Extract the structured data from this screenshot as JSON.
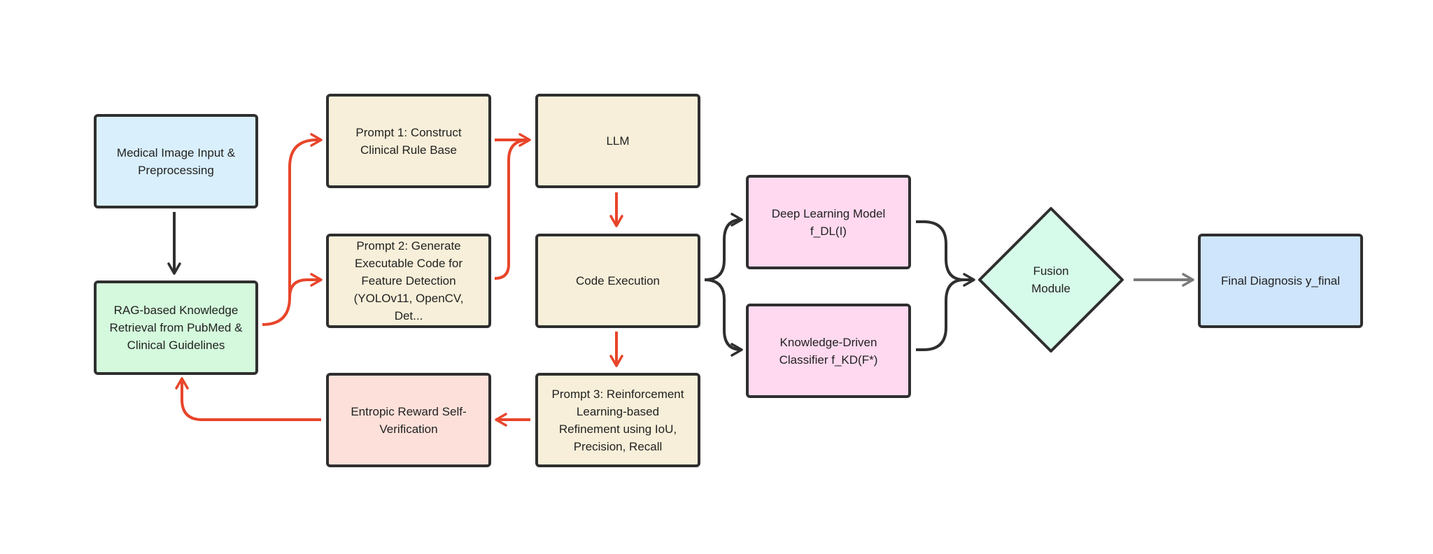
{
  "colors": {
    "blue_box": "#d9effc",
    "green_box": "#d4f9dc",
    "cream_box": "#f7efd9",
    "pink_box": "#ffd9ef",
    "salmon_box": "#fde0da",
    "mint_diamond": "#d7fbea",
    "final_box": "#cfe5fc",
    "orange_arrow": "#e8452a",
    "dark_arrow": "#2f2f2f",
    "gray_arrow": "#7a7a7a",
    "border": "#2f2f2f"
  },
  "nodes": {
    "medical_input": "Medical Image Input &\nPreprocessing",
    "rag_retrieval": "RAG-based Knowledge\nRetrieval from PubMed &\nClinical Guidelines",
    "prompt1": "Prompt 1: Construct\nClinical Rule Base",
    "prompt2": "Prompt 2: Generate\nExecutable Code for\nFeature Detection\n(YOLOv11, OpenCV, Det...",
    "entropic": "Entropic Reward Self-\nVerification",
    "llm": "LLM",
    "code_execution": "Code Execution",
    "prompt3": "Prompt 3: Reinforcement\nLearning-based\nRefinement using IoU,\nPrecision, Recall",
    "deep_learning": "Deep Learning Model\nf_DL(I)",
    "knowledge_classifier": "Knowledge-Driven\nClassifier f_KD(F*)",
    "fusion": "Fusion\nModule",
    "final_diagnosis": "Final Diagnosis y_final"
  }
}
